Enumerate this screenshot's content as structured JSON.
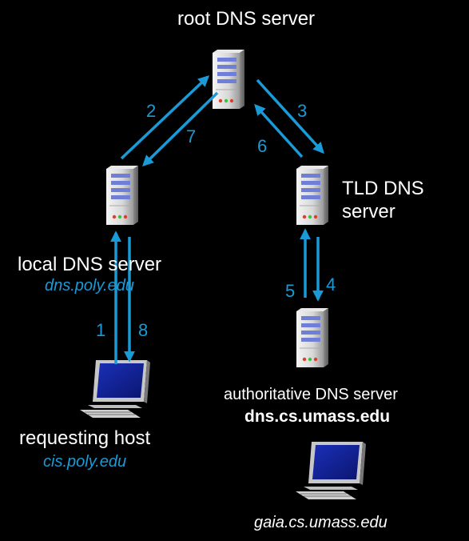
{
  "labels": {
    "root": "root DNS server",
    "tld_line1": "TLD DNS",
    "tld_line2": "server",
    "local": "local DNS server",
    "local_host": "dns.poly.edu",
    "host": "requesting host",
    "host_name": "cis.poly.edu",
    "auth": "authoritative DNS server",
    "auth_host": "dns.cs.umass.edu",
    "target_host": "gaia.cs.umass.edu"
  },
  "steps": [
    "1",
    "2",
    "3",
    "4",
    "5",
    "6",
    "7",
    "8"
  ],
  "colors": {
    "arrow": "#1a9ad6",
    "background": "#000000",
    "text": "#ffffff"
  },
  "icons": [
    "server-icon",
    "computer-icon"
  ]
}
